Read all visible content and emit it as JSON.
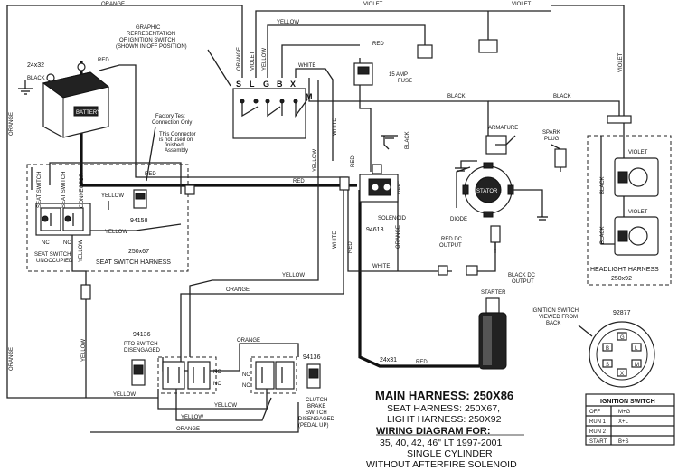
{
  "wires": {
    "orange_top": "ORANGE",
    "violet_top": "VIOLET",
    "violet_right": "VIOLET",
    "yellow_top": "YELLOW",
    "red_top": "RED",
    "white_top": "WHITE",
    "black_mid": "BLACK",
    "black_right": "BLACK",
    "orange_left": "ORANGE",
    "orange_left2": "ORANGE",
    "red_left": "RED",
    "black_batt": "BLACK",
    "red_main": "RED",
    "yellow_mid": "YELLOW",
    "white_mid": "WHITE",
    "black_sol": "BLACK",
    "red_sol": "RED",
    "red_sol2": "RED",
    "white_low": "WHITE",
    "orange_low": "ORANGE",
    "yellow_low": "YELLOW",
    "orange_mid": "ORANGE",
    "red_starter": "RED",
    "yellow_seat": "YELLOW",
    "yellow_seat2": "YELLOW",
    "yellow_bottom": "YELLOW",
    "yellow_bottom2": "YELLOW",
    "orange_bottom": "ORANGE",
    "white_right": "WHITE",
    "orange_right": "ORANGE",
    "yellow_vert": "YELLOW",
    "yellow_vert2": "YELLOW",
    "violet_head": "VIOLET",
    "violet_head2": "VIOLET",
    "black_head": "BLACK",
    "black_head2": "BLACK",
    "yellow_pto": "YELLOW",
    "orange_left3": "ORANGE"
  },
  "labels": {
    "battery_size": "24x32",
    "battery": "BATTERY",
    "graphic_rep": [
      "GRAPHIC",
      "REPRESENTATION",
      "OF IGNITION SWITCH",
      "(SHOWN IN OFF POSITION)"
    ],
    "switch_terminals": [
      "S",
      "L",
      "G",
      "B",
      "X",
      "M"
    ],
    "fuse": [
      "15 AMP",
      "FUSE"
    ],
    "factory_test": [
      "Factory Test",
      "Connection Only"
    ],
    "factory_test_note": [
      "This Connector",
      "is not used on",
      "finished",
      "Assembly"
    ],
    "armature": "ARMATURE",
    "spark_plug": [
      "SPARK",
      "PLUG"
    ],
    "stator": "STATOR",
    "diode": "DIODE",
    "red_dc": [
      "RED DC",
      "OUTPUT"
    ],
    "black_dc": [
      "BLACK DC",
      "OUTPUT"
    ],
    "solenoid": [
      "SOLENOID",
      "94613"
    ],
    "seat_switch_part": "94158",
    "seat_switch_cols": [
      "SEAT SWITCH",
      "SEAT SWITCH",
      "CONNECTOR"
    ],
    "nc": "NC",
    "seat_unoccupied": [
      "SEAT SWITCH",
      "UNOCCUPIED"
    ],
    "seat_harness_size": "250x67",
    "seat_harness": "SEAT SWITCH HARNESS",
    "headlight_harness": [
      "HEADLIGHT HARNESS",
      "250x92"
    ],
    "starter": "STARTER",
    "starter_cable": "24x31",
    "pto_part": "94136",
    "pto": [
      "PTO SWITCH",
      "DISENGAGED"
    ],
    "no": "NO",
    "clutch_part": "94136",
    "clutch": [
      "CLUTCH",
      "BRAKE",
      "SWITCH",
      "DISENGAGED",
      "(PEDAL UP)"
    ],
    "ign_viewed": [
      "IGNITION SWITCH",
      "VIEWED FROM",
      "BACK"
    ],
    "ign_part": "92877",
    "ign_letters": [
      "G",
      "B",
      "L",
      "S",
      "M",
      "X"
    ]
  },
  "title": {
    "main": "MAIN HARNESS: 250X86",
    "seat": "SEAT HARNESS: 250X67,",
    "light": "LIGHT HARNESS: 250X92",
    "wiring": "WIRING DIAGRAM FOR:",
    "models": "35, 40, 42, 46\" LT 1997-2001",
    "single": "SINGLE CYLINDER",
    "without": "WITHOUT AFTERFIRE SOLENOID"
  },
  "ignition_table": {
    "title": "IGNITION SWITCH",
    "rows": [
      {
        "pos": "OFF",
        "conn": "M+G"
      },
      {
        "pos": "RUN 1",
        "conn": "X+L"
      },
      {
        "pos": "RUN 2",
        "conn": ""
      },
      {
        "pos": "START",
        "conn": "B+S"
      }
    ]
  }
}
